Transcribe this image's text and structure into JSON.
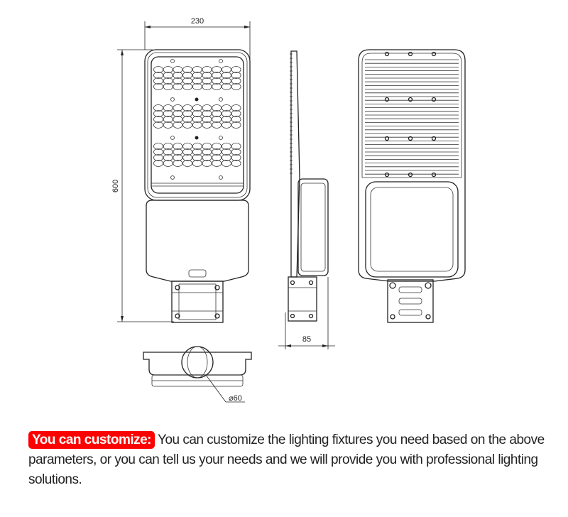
{
  "dimensions": {
    "width": "230",
    "height": "600",
    "depth": "85",
    "pole_diameter": "⌀60"
  },
  "note": {
    "badge": "You can customize:",
    "text": "You can customize the lighting fixtures you need based on the above parameters, or you can tell us your needs and we will provide you with professional lighting solutions."
  },
  "colors": {
    "badge": "#ff0000",
    "text": "#222222"
  }
}
